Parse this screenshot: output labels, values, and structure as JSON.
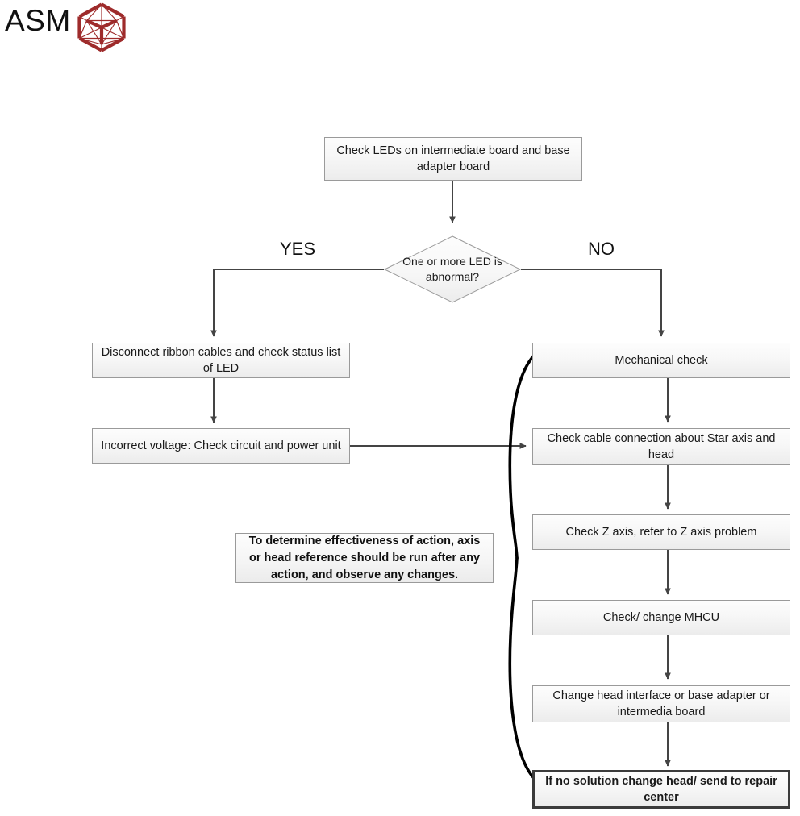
{
  "brand": {
    "name": "ASM",
    "logo_icon": "asm-polyhedron-icon",
    "logo_color": "#9e2b2b"
  },
  "diagram": {
    "type": "flowchart",
    "title": "LED / head troubleshooting flowchart",
    "connector_color": "#444444",
    "brace_color": "#000000",
    "nodes": [
      {
        "id": "check-leds",
        "shape": "process",
        "text": "Check LEDs on intermediate board and base adapter board"
      },
      {
        "id": "led-abnormal",
        "shape": "decision",
        "text": "One or more LED is abnormal?"
      },
      {
        "id": "disconnect-ribbon",
        "shape": "process",
        "text": "Disconnect ribbon cables and check status list of LED"
      },
      {
        "id": "incorrect-voltage",
        "shape": "process",
        "text": "Incorrect voltage: Check circuit and power unit"
      },
      {
        "id": "mechanical-check",
        "shape": "process",
        "text": "Mechanical check"
      },
      {
        "id": "check-cable",
        "shape": "process",
        "text": "Check cable connection about Star axis and head"
      },
      {
        "id": "check-z-axis",
        "shape": "process",
        "text": "Check Z axis, refer to Z axis problem"
      },
      {
        "id": "check-mhcu",
        "shape": "process",
        "text": "Check/ change MHCU"
      },
      {
        "id": "change-head-interface",
        "shape": "process",
        "text": "Change head interface or base adapter or intermedia board"
      },
      {
        "id": "no-solution",
        "shape": "process-emphasis",
        "text": "If no solution change head/ send to repair center"
      }
    ],
    "branch_labels": {
      "yes": "YES",
      "no": "NO"
    },
    "note": {
      "id": "effectiveness-note",
      "text": "To determine effectiveness of action, axis or head reference should be run after any action, and observe any changes."
    }
  }
}
